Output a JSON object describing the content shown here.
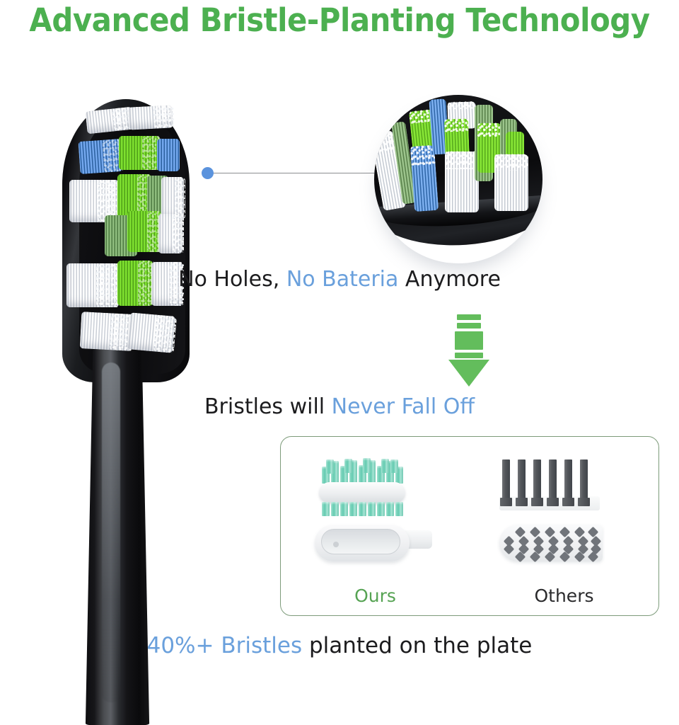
{
  "title": "Advanced Bristle-Planting Technology",
  "colors": {
    "title_green": "#4cb050",
    "accent_blue": "#6aa0dc",
    "arrow_green": "#63bd5c",
    "box_border": "#7d9b7a",
    "body_text": "#1c1c1e",
    "ours_label_green": "#56a353",
    "dot_blue": "#5b93dd"
  },
  "callout": {
    "name": "bristle-closeup-circle",
    "leader_dot": "blue-dot",
    "leader_line": "pointer-line"
  },
  "captions": {
    "line1": {
      "part1": "No Holes, ",
      "highlight": "No Bateria",
      "part2": " Anymore"
    },
    "line2": {
      "part1": "Bristles will ",
      "highlight": "Never Fall Off",
      "part2": ""
    },
    "line3": {
      "highlight": "40%+ Bristles",
      "part2": " planted on the plate"
    }
  },
  "arrow": {
    "direction": "down",
    "label": "downward-green-arrow"
  },
  "comparison": {
    "ours": {
      "label": "Ours",
      "illustration": "molded-bristle-plate-with-full-coverage"
    },
    "others": {
      "label": "Others",
      "illustration": "metal-staples-and-perforated-plate"
    }
  },
  "product": {
    "label": "black-electric-toothbrush-head",
    "bristle_colors": [
      "white",
      "blue",
      "green"
    ]
  }
}
